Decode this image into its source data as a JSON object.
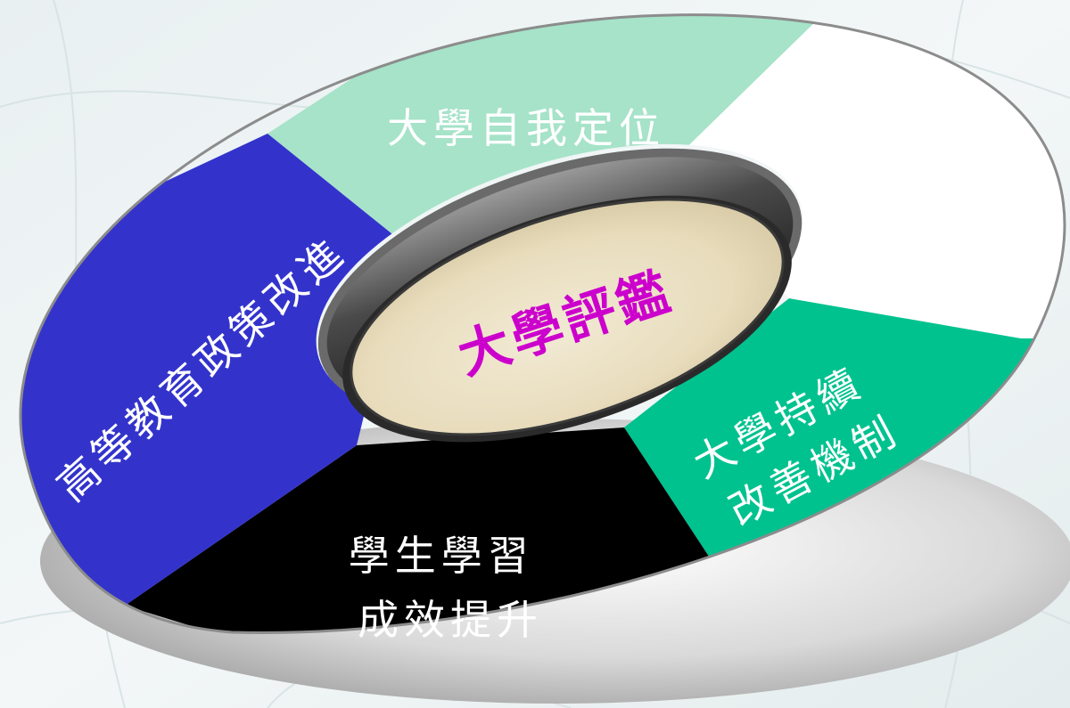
{
  "diagram": {
    "center": {
      "label": "大學評鑑"
    },
    "segments": [
      {
        "id": "top",
        "lines": [
          "大學自我定位"
        ],
        "color": "#a6e3c9"
      },
      {
        "id": "left",
        "lines": [
          "高等教育政策改進"
        ],
        "color": "#3333cc"
      },
      {
        "id": "bottom",
        "lines": [
          "學生學習",
          "成效提升"
        ],
        "color": "#000000"
      },
      {
        "id": "right-lower",
        "lines": [
          "大學持續",
          "改善機制"
        ],
        "color": "#00c28f"
      },
      {
        "id": "right-upper",
        "lines": [],
        "color": "#ffffff"
      }
    ]
  }
}
